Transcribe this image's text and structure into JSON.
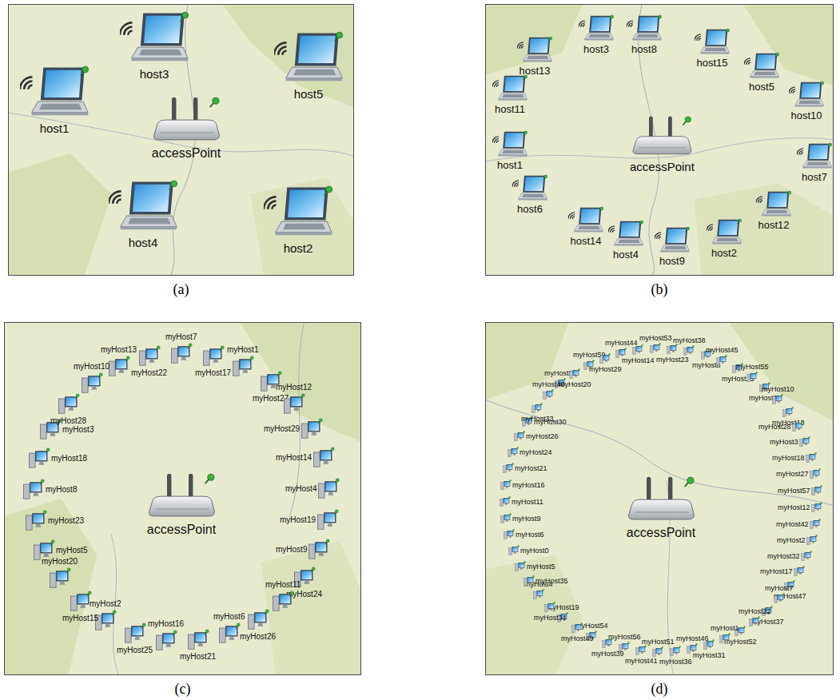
{
  "diagram": {
    "nodes": [
      {
        "text": [
          "(a)"
        ]
      },
      {
        "text": [
          "(b)"
        ]
      },
      {
        "text": [
          "(c)"
        ]
      },
      {
        "text": [
          "(d)"
        ]
      },
      {
        "text": [
          "host3"
        ],
        "in": 0
      },
      {
        "text": [
          "host1"
        ],
        "in": 0
      },
      {
        "text": [
          "accessPoint"
        ],
        "in": 0
      },
      {
        "text": [
          "host5"
        ],
        "in": 0
      },
      {
        "text": [
          "host4"
        ],
        "in": 0
      },
      {
        "text": [
          "host2"
        ],
        "in": 0
      },
      {
        "text": [
          "host13"
        ],
        "in": 1
      },
      {
        "text": [
          "host3"
        ],
        "in": 1
      },
      {
        "text": [
          "host8"
        ],
        "in": 1
      },
      {
        "text": [
          "host15"
        ],
        "in": 1
      },
      {
        "text": [
          "host5"
        ],
        "in": 1
      },
      {
        "text": [
          "host10"
        ],
        "in": 1
      },
      {
        "text": [
          "host11"
        ],
        "in": 1
      },
      {
        "text": [
          "accessPoint"
        ],
        "in": 1
      },
      {
        "text": [
          "host1"
        ],
        "in": 1
      },
      {
        "text": [
          "host7"
        ],
        "in": 1
      },
      {
        "text": [
          "host6"
        ],
        "in": 1
      },
      {
        "text": [
          "host12"
        ],
        "in": 1
      },
      {
        "text": [
          "host14"
        ],
        "in": 1
      },
      {
        "text": [
          "host4"
        ],
        "in": 1
      },
      {
        "text": [
          "host9"
        ],
        "in": 1
      },
      {
        "text": [
          "host2"
        ],
        "in": 1
      },
      {
        "text": [
          "accessPoint"
        ],
        "in": 2
      },
      {
        "text": [
          "myHost13"
        ],
        "in": 2
      },
      {
        "text": [
          "myHost22"
        ],
        "in": 2
      },
      {
        "text": [
          "myHost7"
        ],
        "in": 2
      },
      {
        "text": [
          "myHost17"
        ],
        "in": 2
      },
      {
        "text": [
          "myHost1"
        ],
        "in": 2
      },
      {
        "text": [
          "myHost27"
        ],
        "in": 2
      },
      {
        "text": [
          "myHost12"
        ],
        "in": 2
      },
      {
        "text": [
          "myHost29"
        ],
        "in": 2
      },
      {
        "text": [
          "myHost14"
        ],
        "in": 2
      },
      {
        "text": [
          "myHost4"
        ],
        "in": 2
      },
      {
        "text": [
          "myHost19"
        ],
        "in": 2
      },
      {
        "text": [
          "myHost9"
        ],
        "in": 2
      },
      {
        "text": [
          "myHost24"
        ],
        "in": 2
      },
      {
        "text": [
          "myHost11"
        ],
        "in": 2
      },
      {
        "text": [
          "myHost26"
        ],
        "in": 2
      },
      {
        "text": [
          "myHost6"
        ],
        "in": 2
      },
      {
        "text": [
          "myHost21"
        ],
        "in": 2
      },
      {
        "text": [
          "myHost16"
        ],
        "in": 2
      },
      {
        "text": [
          "myHost25"
        ],
        "in": 2
      },
      {
        "text": [
          "myHost2"
        ],
        "in": 2
      },
      {
        "text": [
          "myHost15"
        ],
        "in": 2
      },
      {
        "text": [
          "myHost20"
        ],
        "in": 2
      },
      {
        "text": [
          "myHost5"
        ],
        "in": 2
      },
      {
        "text": [
          "myHost23"
        ],
        "in": 2
      },
      {
        "text": [
          "myHost8"
        ],
        "in": 2
      },
      {
        "text": [
          "myHost18"
        ],
        "in": 2
      },
      {
        "text": [
          "myHost3"
        ],
        "in": 2
      },
      {
        "text": [
          "myHost28"
        ],
        "in": 2
      },
      {
        "text": [
          "myHost10"
        ],
        "in": 2
      },
      {
        "text": [
          "accessPoint"
        ],
        "in": 3
      },
      {
        "text": [
          "myHost50"
        ],
        "in": 3
      },
      {
        "text": [
          "myHost20"
        ],
        "in": 3
      },
      {
        "text": [
          "myHost59"
        ],
        "in": 3
      },
      {
        "text": [
          "myHost29"
        ],
        "in": 3
      },
      {
        "text": [
          "myHost44"
        ],
        "in": 3
      },
      {
        "text": [
          "myHost14"
        ],
        "in": 3
      },
      {
        "text": [
          "myHost53"
        ],
        "in": 3
      },
      {
        "text": [
          "myHost23"
        ],
        "in": 3
      },
      {
        "text": [
          "myHost38"
        ],
        "in": 3
      },
      {
        "text": [
          "myHost8"
        ],
        "in": 3
      },
      {
        "text": [
          "myHost45"
        ],
        "in": 3
      },
      {
        "text": [
          "myHost15"
        ],
        "in": 3
      },
      {
        "text": [
          "myHost55"
        ],
        "in": 3
      },
      {
        "text": [
          "myHost25"
        ],
        "in": 3
      },
      {
        "text": [
          "myHost10"
        ],
        "in": 3
      },
      {
        "text": [
          "myHost13"
        ],
        "in": 3
      },
      {
        "text": [
          "myHost28"
        ],
        "in": 3
      },
      {
        "text": [
          "myHost3"
        ],
        "in": 3
      },
      {
        "text": [
          "myHost18"
        ],
        "in": 3
      },
      {
        "text": [
          "myHost27"
        ],
        "in": 3
      },
      {
        "text": [
          "myHost57"
        ],
        "in": 3
      },
      {
        "text": [
          "myHost12"
        ],
        "in": 3
      },
      {
        "text": [
          "myHost42"
        ],
        "in": 3
      },
      {
        "text": [
          "myHost2"
        ],
        "in": 3
      },
      {
        "text": [
          "myHost32"
        ],
        "in": 3
      },
      {
        "text": [
          "myHost17"
        ],
        "in": 3
      },
      {
        "text": [
          "myHost47"
        ],
        "in": 3
      },
      {
        "text": [
          "myHost7"
        ],
        "in": 3
      },
      {
        "text": [
          "myHost37"
        ],
        "in": 3
      },
      {
        "text": [
          "myHost22"
        ],
        "in": 3
      },
      {
        "text": [
          "myHost52"
        ],
        "in": 3
      },
      {
        "text": [
          "myHost1"
        ],
        "in": 3
      },
      {
        "text": [
          "myHost31"
        ],
        "in": 3
      },
      {
        "text": [
          "myHost46"
        ],
        "in": 3
      },
      {
        "text": [
          "myHost36"
        ],
        "in": 3
      },
      {
        "text": [
          "myHost51"
        ],
        "in": 3
      },
      {
        "text": [
          "myHost41"
        ],
        "in": 3
      },
      {
        "text": [
          "myHost56"
        ],
        "in": 3
      },
      {
        "text": [
          "myHost39"
        ],
        "in": 3
      },
      {
        "text": [
          "myHost54"
        ],
        "in": 3
      },
      {
        "text": [
          "myHost49"
        ],
        "in": 3
      },
      {
        "text": [
          "myHost19"
        ],
        "in": 3
      },
      {
        "text": [
          "myHost34"
        ],
        "in": 3
      },
      {
        "text": [
          "myHost4"
        ],
        "in": 3
      },
      {
        "text": [
          "myHost35"
        ],
        "in": 3
      },
      {
        "text": [
          "myHost5"
        ],
        "in": 3
      },
      {
        "text": [
          "myHost0"
        ],
        "in": 3
      },
      {
        "text": [
          "myHost6"
        ],
        "in": 3
      },
      {
        "text": [
          "myHost9"
        ],
        "in": 3
      },
      {
        "text": [
          "myHost11"
        ],
        "in": 3
      },
      {
        "text": [
          "myHost16"
        ],
        "in": 3
      },
      {
        "text": [
          "myHost21"
        ],
        "in": 3
      },
      {
        "text": [
          "myHost24"
        ],
        "in": 3
      },
      {
        "text": [
          "myHost26"
        ],
        "in": 3
      },
      {
        "text": [
          "myHost30"
        ],
        "in": 3
      },
      {
        "text": [
          "myHost33"
        ],
        "in": 3
      },
      {
        "text": [
          "myHost40"
        ],
        "in": 3
      }
    ]
  }
}
